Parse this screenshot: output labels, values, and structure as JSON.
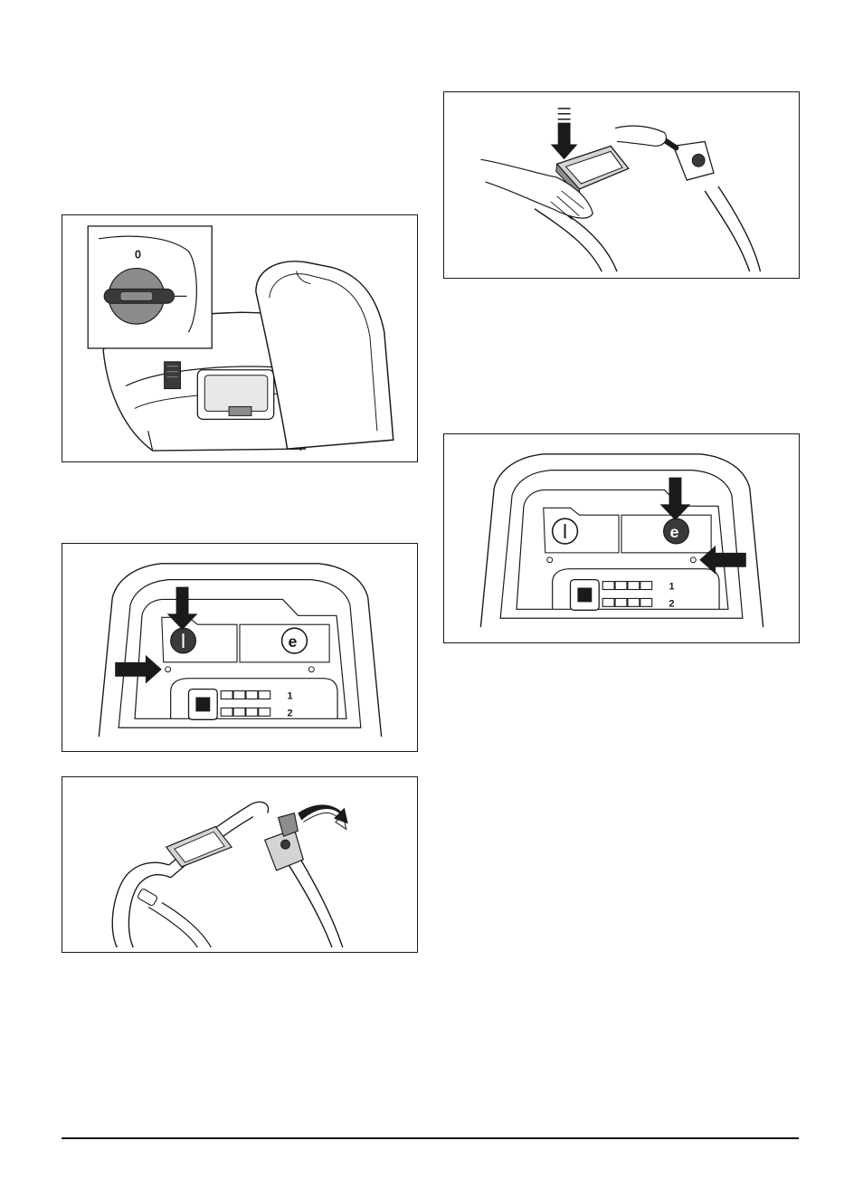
{
  "panel": {
    "switch_symbol_off": "0",
    "row_labels": [
      "1",
      "2"
    ]
  },
  "figures": [
    {
      "id": "fig-key-knob",
      "icons": [
        "key-knob-icon",
        "arrow-icon"
      ]
    },
    {
      "id": "fig-handle-press",
      "icons": [
        "hand-icon",
        "down-arrow-icon"
      ]
    },
    {
      "id": "fig-panel-power",
      "icons": [
        "power-button-icon",
        "e-button-icon",
        "arrow-icon"
      ]
    },
    {
      "id": "fig-panel-eco",
      "icons": [
        "power-button-icon",
        "e-button-icon",
        "arrow-icon"
      ]
    },
    {
      "id": "fig-handle-lever",
      "icons": [
        "lever-icon",
        "curved-arrow-icon"
      ]
    }
  ],
  "colors": {
    "line": "#1a1a1a",
    "fill_dark": "#3a3a3a",
    "fill_mid": "#8c8c8c",
    "fill_light": "#d4d4d4"
  }
}
